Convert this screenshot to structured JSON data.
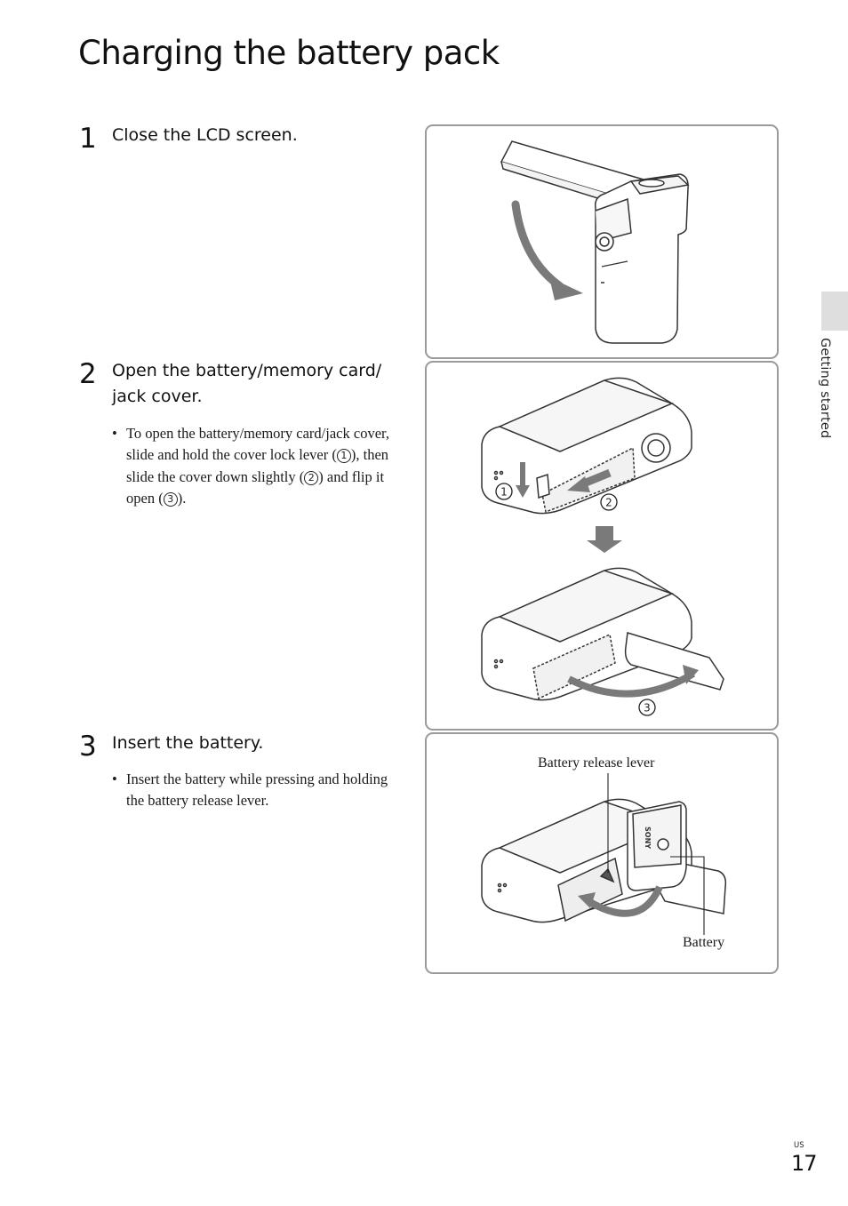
{
  "page": {
    "title": "Charging the battery pack",
    "side_label": "Getting started",
    "region": "US",
    "number": "17"
  },
  "steps": [
    {
      "number": "1",
      "title": "Close the LCD screen."
    },
    {
      "number": "2",
      "title_line1": "Open the battery/memory card/",
      "title_line2": "jack cover.",
      "bullet": {
        "part1": "To open the battery/memory card/jack cover, slide and hold the cover lock lever (",
        "mark1": "1",
        "part2": "), then slide the cover down slightly (",
        "mark2": "2",
        "part3": ") and flip it open (",
        "mark3": "3",
        "part4": ")."
      },
      "figure_marks": [
        "1",
        "2",
        "3"
      ]
    },
    {
      "number": "3",
      "title": "Insert the battery.",
      "bullet": "Insert the battery while pressing and holding the battery release lever.",
      "callouts": {
        "release_lever": "Battery release lever",
        "battery": "Battery"
      },
      "battery_brand": "SONY"
    }
  ],
  "colors": {
    "panel_border": "#9a9a9a",
    "side_tab": "#dedede",
    "illustration_stroke": "#333333",
    "arrow_gray": "#7a7a7a"
  }
}
